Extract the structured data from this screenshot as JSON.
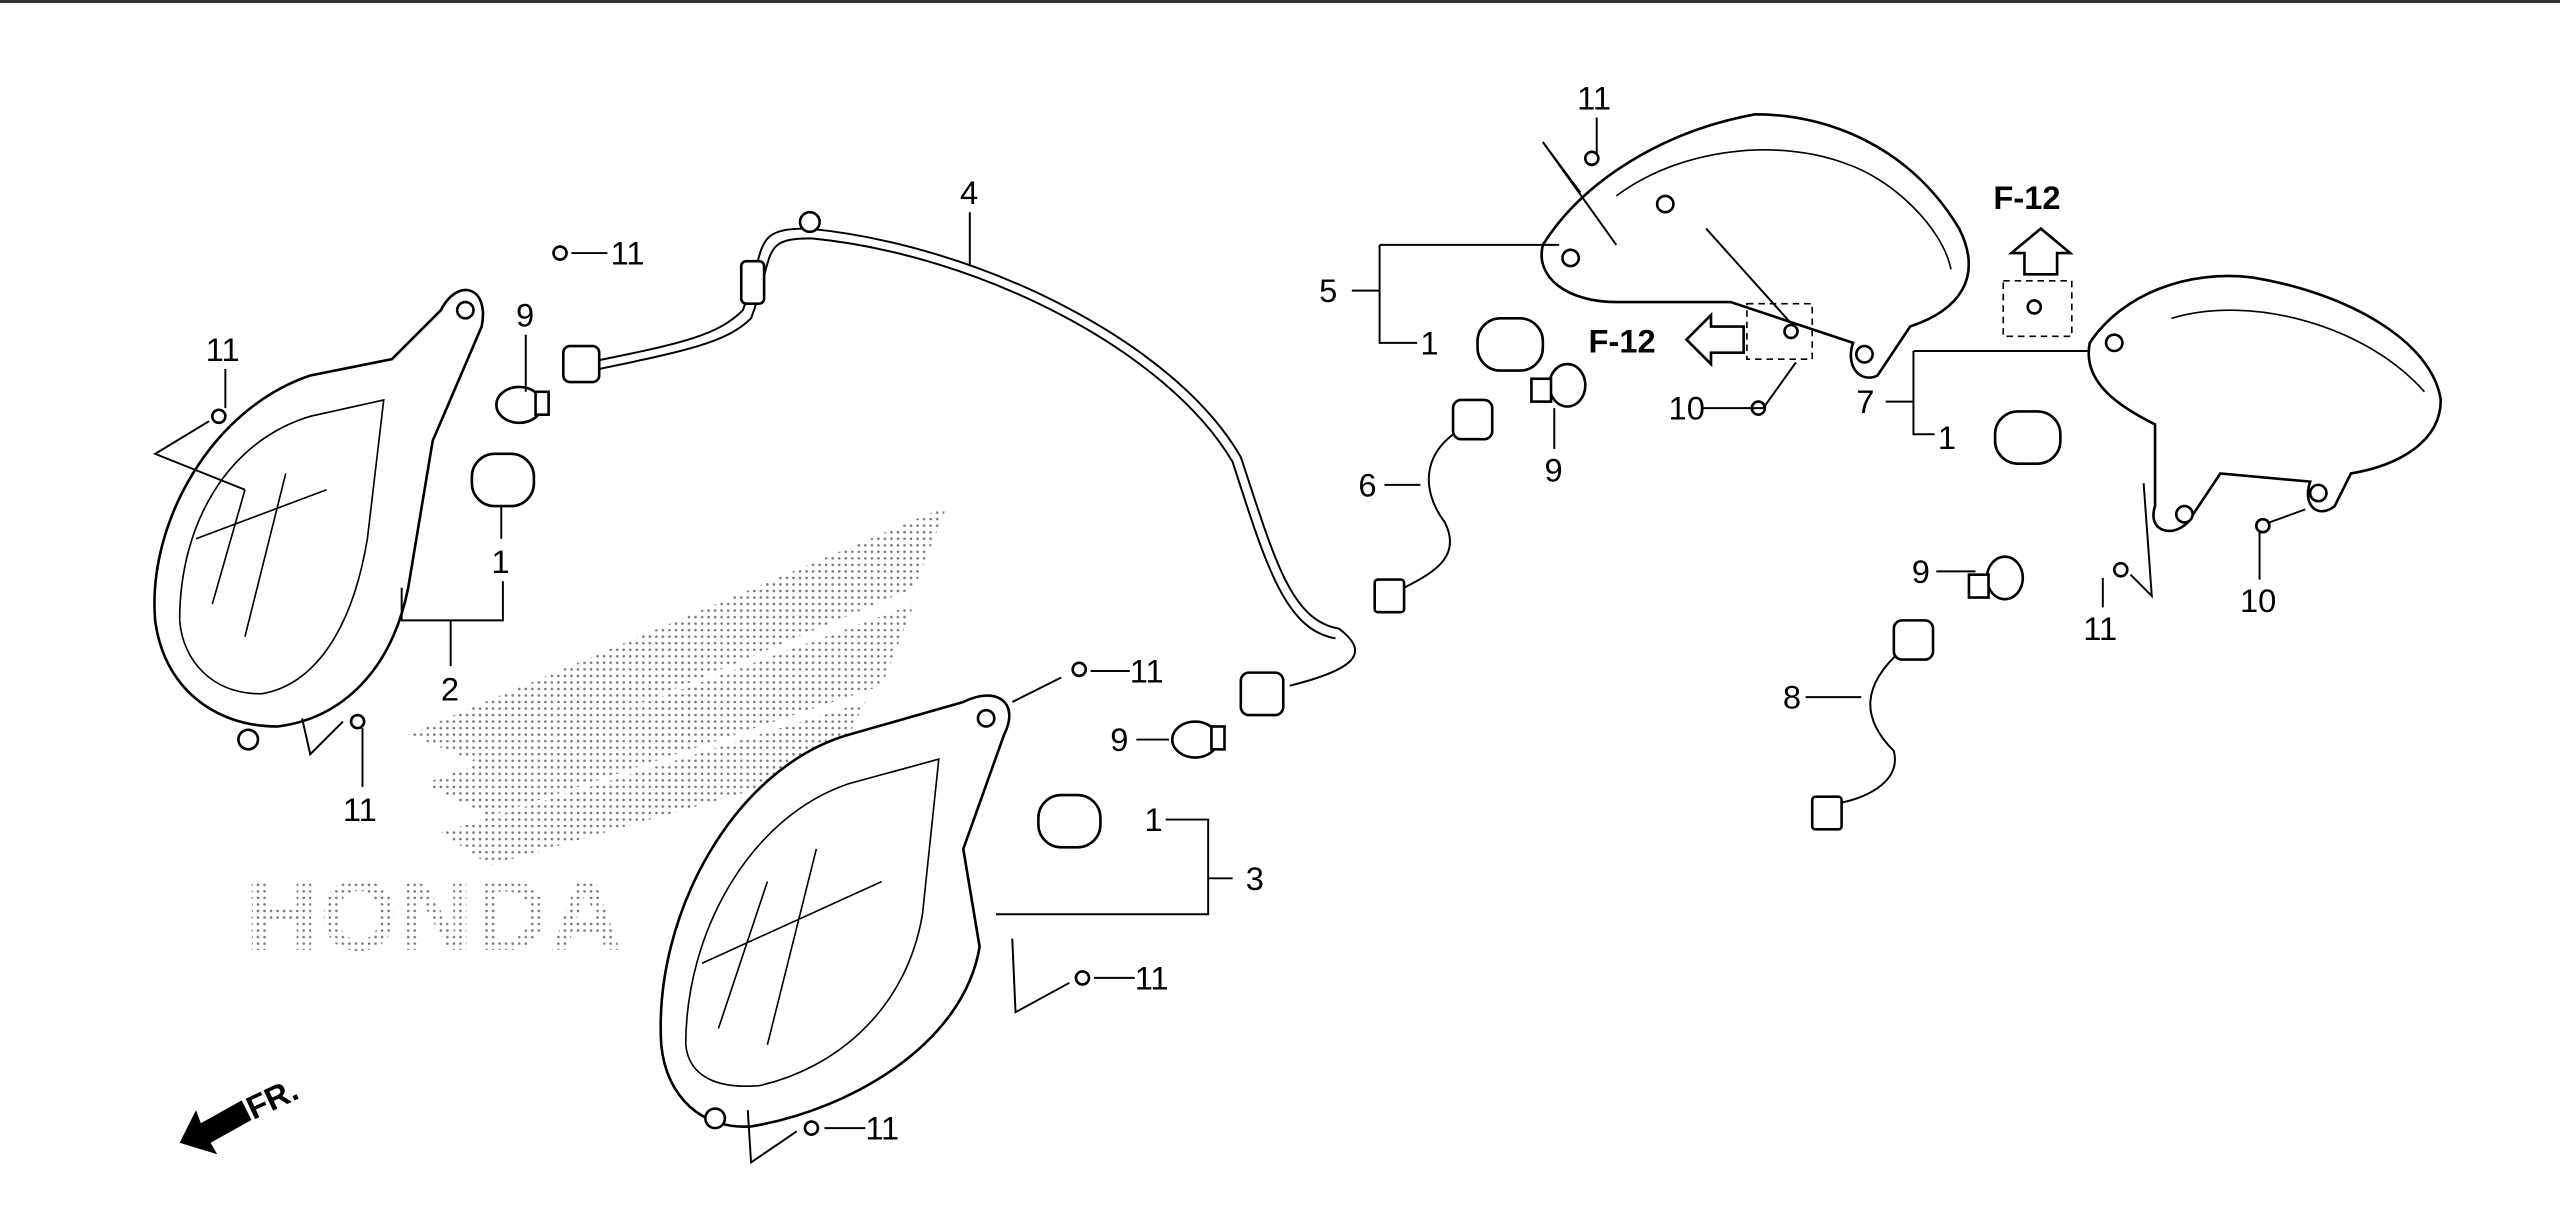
{
  "diagram": {
    "type": "parts-exploded-view",
    "watermark": "HONDA",
    "direction_marker": "FR.",
    "reference_labels": {
      "f12_left": "F-12",
      "f12_right": "F-12"
    },
    "callouts": {
      "c1a": "1",
      "c1b": "1",
      "c1c": "1",
      "c1d": "1",
      "c2": "2",
      "c3": "3",
      "c4": "4",
      "c5": "5",
      "c6": "6",
      "c7": "7",
      "c8": "8",
      "c9a": "9",
      "c9b": "9",
      "c9c": "9",
      "c9d": "9",
      "c10a": "10",
      "c10b": "10",
      "c11a": "11",
      "c11b": "11",
      "c11c": "11",
      "c11d": "11",
      "c11e": "11",
      "c11f": "11",
      "c11g": "11",
      "c11h": "11"
    }
  }
}
